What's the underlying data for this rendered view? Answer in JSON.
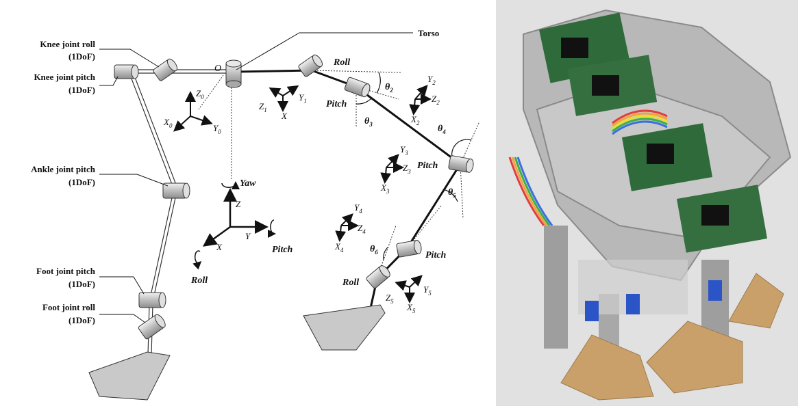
{
  "labels": {
    "knee_joint_roll": "Knee joint roll",
    "knee_joint_roll_dof": "(1DoF)",
    "knee_joint_pitch": "Knee joint pitch",
    "knee_joint_pitch_dof": "(1DoF)",
    "ankle_joint_pitch": "Ankle joint pitch",
    "ankle_joint_pitch_dof": "(1DoF)",
    "foot_joint_pitch": "Foot joint pitch",
    "foot_joint_pitch_dof": "(1DoF)",
    "foot_joint_roll": "Foot joint roll",
    "foot_joint_roll_dof": "(1DoF)",
    "torso": "Torso",
    "origin": "O"
  },
  "axes": {
    "frame0": {
      "z": "Z",
      "x": "X",
      "y": "Y",
      "sub": "0"
    },
    "frame1": {
      "z": "Z",
      "x": "X",
      "y": "Y",
      "sub": "1"
    },
    "frame2": {
      "z": "Z",
      "x": "X",
      "y": "Y",
      "sub": "2"
    },
    "frame3": {
      "z": "Z",
      "x": "X",
      "y": "Y",
      "sub": "3"
    },
    "frame4": {
      "z": "Z",
      "x": "X",
      "y": "Y",
      "sub": "4"
    },
    "frame5": {
      "z": "Z",
      "x": "X",
      "y": "Y",
      "sub": "5"
    },
    "frame1_x_extra": "X",
    "world": {
      "z": "Z",
      "x": "X",
      "y": "Y",
      "yaw": "Yaw",
      "pitch": "Pitch",
      "roll": "Roll"
    }
  },
  "joints": {
    "roll_top": "Roll",
    "pitch_1": "Pitch",
    "pitch_2": "Pitch",
    "pitch_3": "Pitch",
    "roll_foot": "Roll"
  },
  "angles": {
    "theta": "θ",
    "t2": "2",
    "t3": "3",
    "t4": "4",
    "t5": "5",
    "t6": "6"
  }
}
